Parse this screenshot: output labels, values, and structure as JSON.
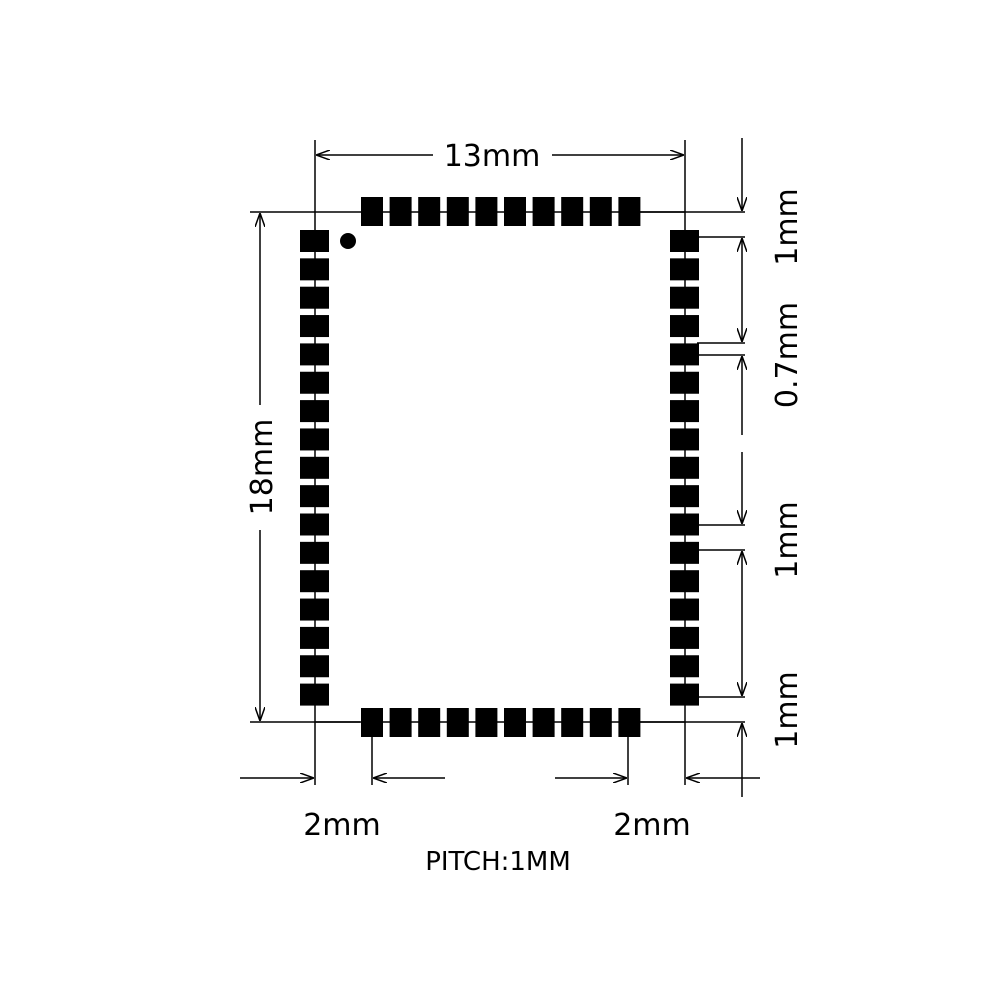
{
  "diagram": {
    "width_label": "13mm",
    "height_label": "18mm",
    "left_margin_label": "2mm",
    "right_margin_label": "2mm",
    "pitch_label": "PITCH:1MM",
    "right_labels": {
      "top_offset": "1mm",
      "pad_gap": "0.7mm",
      "pad_span": "1mm",
      "bottom_offset": "1mm"
    },
    "pads": {
      "top_count": 10,
      "bottom_count": 10,
      "left_count": 17,
      "right_count": 17
    },
    "pin1_marker": true
  }
}
